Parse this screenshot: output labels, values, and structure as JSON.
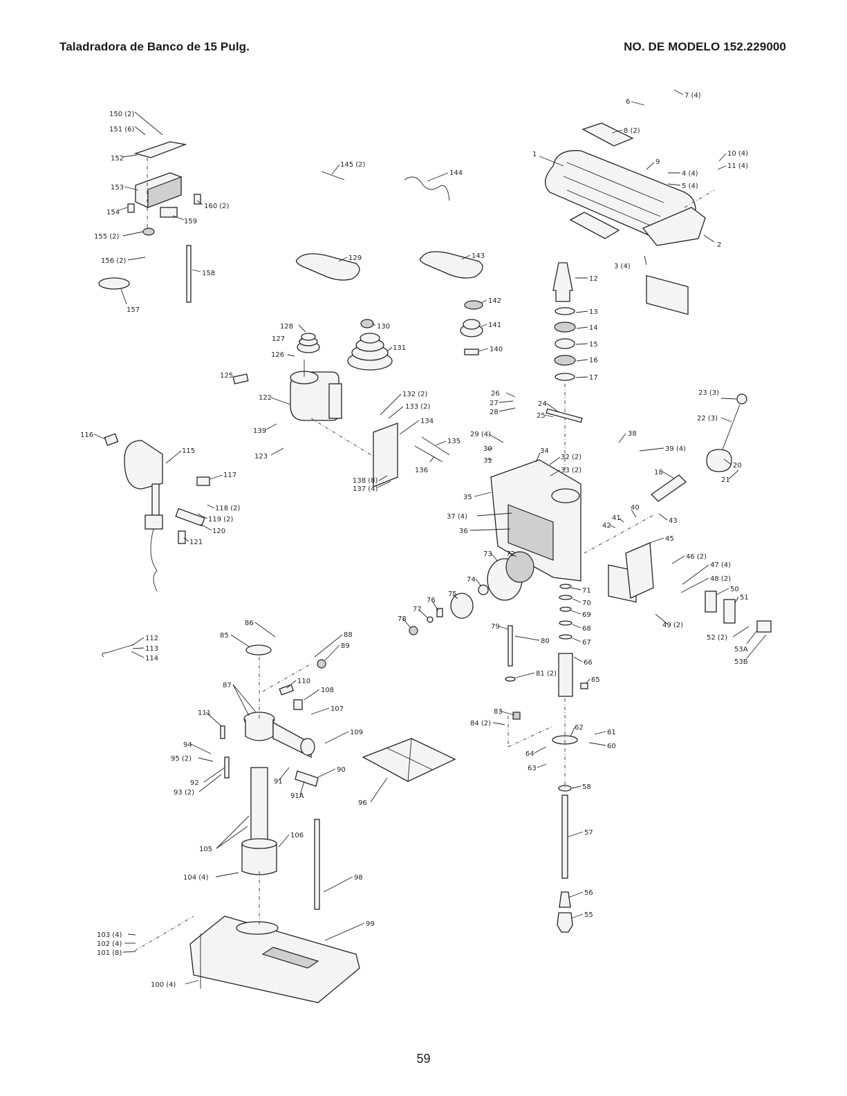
{
  "header": {
    "title": "Taladradora de Banco de 15 Pulg.",
    "model": "NO. DE MODELO 152.229000"
  },
  "page_number": "59",
  "callouts": [
    {
      "id": "c150",
      "text": "150 (2)"
    },
    {
      "id": "c151",
      "text": "151 (6)"
    },
    {
      "id": "c152",
      "text": "152"
    },
    {
      "id": "c153",
      "text": "153"
    },
    {
      "id": "c154",
      "text": "154"
    },
    {
      "id": "c155",
      "text": "155 (2)"
    },
    {
      "id": "c156",
      "text": "156 (2)"
    },
    {
      "id": "c157",
      "text": "157"
    },
    {
      "id": "c158",
      "text": "158"
    },
    {
      "id": "c159",
      "text": "159"
    },
    {
      "id": "c160",
      "text": "160 (2)"
    },
    {
      "id": "c145",
      "text": "145 (2)"
    },
    {
      "id": "c144",
      "text": "144"
    },
    {
      "id": "c129",
      "text": "129"
    },
    {
      "id": "c143",
      "text": "143"
    },
    {
      "id": "c142",
      "text": "142"
    },
    {
      "id": "c141",
      "text": "141"
    },
    {
      "id": "c140",
      "text": "140"
    },
    {
      "id": "c128",
      "text": "128"
    },
    {
      "id": "c127",
      "text": "127"
    },
    {
      "id": "c126",
      "text": "126"
    },
    {
      "id": "c130",
      "text": "130"
    },
    {
      "id": "c131",
      "text": "131"
    },
    {
      "id": "c125",
      "text": "125"
    },
    {
      "id": "c122",
      "text": "122"
    },
    {
      "id": "c139",
      "text": "139"
    },
    {
      "id": "c123",
      "text": "123"
    },
    {
      "id": "c116",
      "text": "116"
    },
    {
      "id": "c115",
      "text": "115"
    },
    {
      "id": "c117",
      "text": "117"
    },
    {
      "id": "c118",
      "text": "118 (2)"
    },
    {
      "id": "c119",
      "text": "119 (2)"
    },
    {
      "id": "c120",
      "text": "120"
    },
    {
      "id": "c121",
      "text": "121"
    },
    {
      "id": "c132",
      "text": "132 (2)"
    },
    {
      "id": "c133",
      "text": "133 (2)"
    },
    {
      "id": "c134",
      "text": "134"
    },
    {
      "id": "c135",
      "text": "135"
    },
    {
      "id": "c136",
      "text": "136"
    },
    {
      "id": "c138",
      "text": "138 (8)"
    },
    {
      "id": "c137",
      "text": "137 (4)"
    },
    {
      "id": "c6",
      "text": "6"
    },
    {
      "id": "c7",
      "text": "7 (4)"
    },
    {
      "id": "c8",
      "text": "8 (2)"
    },
    {
      "id": "c1",
      "text": "1"
    },
    {
      "id": "c9",
      "text": "9"
    },
    {
      "id": "c4",
      "text": "4 (4)"
    },
    {
      "id": "c5",
      "text": "5 (4)"
    },
    {
      "id": "c10",
      "text": "10 (4)"
    },
    {
      "id": "c11",
      "text": "11 (4)"
    },
    {
      "id": "c2",
      "text": "2"
    },
    {
      "id": "c3",
      "text": "3 (4)"
    },
    {
      "id": "c12",
      "text": "12"
    },
    {
      "id": "c13",
      "text": "13"
    },
    {
      "id": "c14",
      "text": "14"
    },
    {
      "id": "c15",
      "text": "15"
    },
    {
      "id": "c16",
      "text": "16"
    },
    {
      "id": "c17",
      "text": "17"
    },
    {
      "id": "c26",
      "text": "26"
    },
    {
      "id": "c27",
      "text": "27"
    },
    {
      "id": "c28",
      "text": "28"
    },
    {
      "id": "c24",
      "text": "24"
    },
    {
      "id": "c25",
      "text": "25"
    },
    {
      "id": "c23",
      "text": "23 (3)"
    },
    {
      "id": "c22",
      "text": "22 (3)"
    },
    {
      "id": "c20",
      "text": "20"
    },
    {
      "id": "c21",
      "text": "21"
    },
    {
      "id": "c38",
      "text": "38"
    },
    {
      "id": "c39",
      "text": "39 (4)"
    },
    {
      "id": "c18",
      "text": "18"
    },
    {
      "id": "c29",
      "text": "29 (4)"
    },
    {
      "id": "c30",
      "text": "30"
    },
    {
      "id": "c31",
      "text": "31"
    },
    {
      "id": "c34",
      "text": "34"
    },
    {
      "id": "c32",
      "text": "32 (2)"
    },
    {
      "id": "c33",
      "text": "33 (2)"
    },
    {
      "id": "c35",
      "text": "35"
    },
    {
      "id": "c37",
      "text": "37 (4)"
    },
    {
      "id": "c36",
      "text": "36"
    },
    {
      "id": "c40",
      "text": "40"
    },
    {
      "id": "c41",
      "text": "41"
    },
    {
      "id": "c42",
      "text": "42"
    },
    {
      "id": "c43",
      "text": "43"
    },
    {
      "id": "c45",
      "text": "45"
    },
    {
      "id": "c46",
      "text": "46 (2)"
    },
    {
      "id": "c47",
      "text": "47 (4)"
    },
    {
      "id": "c48",
      "text": "48 (2)"
    },
    {
      "id": "c50",
      "text": "50"
    },
    {
      "id": "c51",
      "text": "51"
    },
    {
      "id": "c49",
      "text": "49 (2)"
    },
    {
      "id": "c52",
      "text": "52 (2)"
    },
    {
      "id": "c53A",
      "text": "53A"
    },
    {
      "id": "c53B",
      "text": "53B"
    },
    {
      "id": "c73",
      "text": "73"
    },
    {
      "id": "c72",
      "text": "72"
    },
    {
      "id": "c74",
      "text": "74"
    },
    {
      "id": "c75",
      "text": "75"
    },
    {
      "id": "c76",
      "text": "76"
    },
    {
      "id": "c77",
      "text": "77"
    },
    {
      "id": "c78",
      "text": "78"
    },
    {
      "id": "c71",
      "text": "71"
    },
    {
      "id": "c70",
      "text": "70"
    },
    {
      "id": "c69",
      "text": "69"
    },
    {
      "id": "c68",
      "text": "68"
    },
    {
      "id": "c67",
      "text": "67"
    },
    {
      "id": "c66",
      "text": "66"
    },
    {
      "id": "c65",
      "text": "65"
    },
    {
      "id": "c79",
      "text": "79"
    },
    {
      "id": "c80",
      "text": "80"
    },
    {
      "id": "c81",
      "text": "81 (2)"
    },
    {
      "id": "c83",
      "text": "83"
    },
    {
      "id": "c84",
      "text": "84 (2)"
    },
    {
      "id": "c62",
      "text": "62"
    },
    {
      "id": "c61",
      "text": "61"
    },
    {
      "id": "c60",
      "text": "60"
    },
    {
      "id": "c64",
      "text": "64"
    },
    {
      "id": "c63",
      "text": "63"
    },
    {
      "id": "c58",
      "text": "58"
    },
    {
      "id": "c57",
      "text": "57"
    },
    {
      "id": "c56",
      "text": "56"
    },
    {
      "id": "c55",
      "text": "55"
    },
    {
      "id": "c112",
      "text": "112"
    },
    {
      "id": "c113",
      "text": "113"
    },
    {
      "id": "c114",
      "text": "114"
    },
    {
      "id": "c85",
      "text": "85"
    },
    {
      "id": "c86",
      "text": "86"
    },
    {
      "id": "c88",
      "text": "88"
    },
    {
      "id": "c89",
      "text": "89"
    },
    {
      "id": "c87",
      "text": "87"
    },
    {
      "id": "c110",
      "text": "110"
    },
    {
      "id": "c108",
      "text": "108"
    },
    {
      "id": "c107",
      "text": "107"
    },
    {
      "id": "c111",
      "text": "111"
    },
    {
      "id": "c109",
      "text": "109"
    },
    {
      "id": "c94",
      "text": "94"
    },
    {
      "id": "c95",
      "text": "95 (2)"
    },
    {
      "id": "c92",
      "text": "92"
    },
    {
      "id": "c93",
      "text": "93 (2)"
    },
    {
      "id": "c90",
      "text": "90"
    },
    {
      "id": "c91",
      "text": "91"
    },
    {
      "id": "c91A",
      "text": "91A"
    },
    {
      "id": "c96",
      "text": "96"
    },
    {
      "id": "c105",
      "text": "105"
    },
    {
      "id": "c106",
      "text": "106"
    },
    {
      "id": "c104",
      "text": "104 (4)"
    },
    {
      "id": "c98",
      "text": "98"
    },
    {
      "id": "c99",
      "text": "99"
    },
    {
      "id": "c103",
      "text": "103 (4)"
    },
    {
      "id": "c102",
      "text": "102 (4)"
    },
    {
      "id": "c101",
      "text": "101 (8)"
    },
    {
      "id": "c100",
      "text": "100 (4)"
    }
  ]
}
